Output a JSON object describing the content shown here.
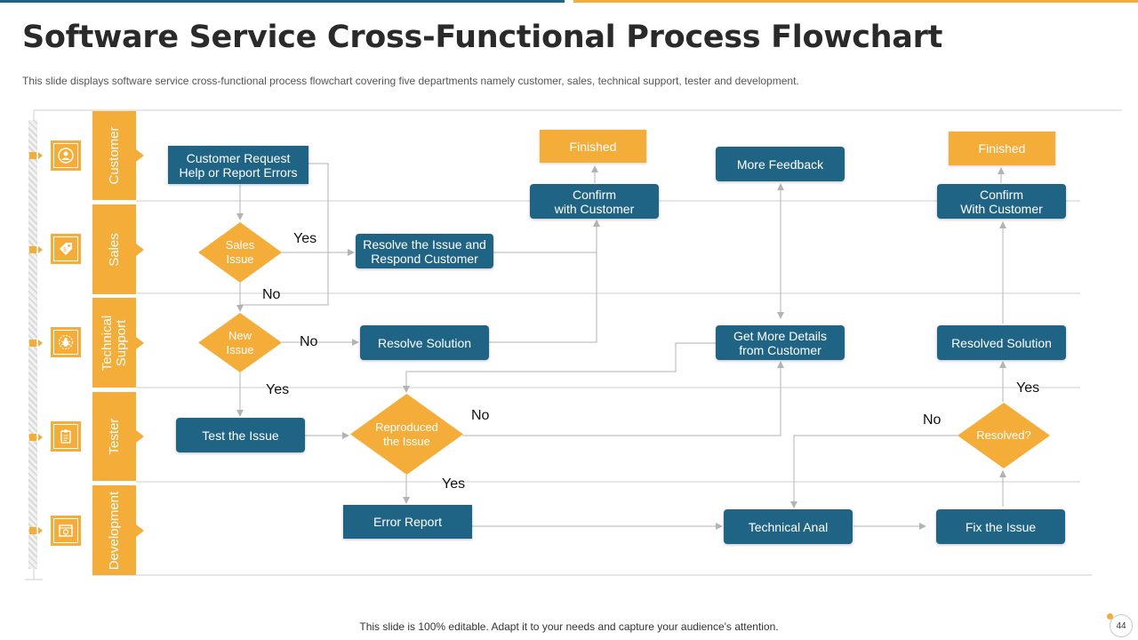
{
  "header": {
    "title": "Software Service Cross-Functional Process Flowchart",
    "subtitle": "This slide displays software service cross-functional process flowchart covering five departments namely customer, sales, technical support, tester and development."
  },
  "lanes": [
    {
      "label": "Customer",
      "icon": "customer-icon"
    },
    {
      "label": "Sales",
      "icon": "price-tag-icon"
    },
    {
      "label": "Technical\nSupport",
      "icon": "bug-icon"
    },
    {
      "label": "Tester",
      "icon": "clipboard-icon"
    },
    {
      "label": "Development",
      "icon": "code-window-icon"
    }
  ],
  "nodes": {
    "customer_request": "Customer Request\nHelp or Report Errors",
    "finished_1": "Finished",
    "confirm_1": "Confirm\nwith Customer",
    "more_feedback": "More Feedback",
    "finished_2": "Finished",
    "confirm_2": "Confirm\nWith Customer",
    "sales_issue": "Sales\nIssue",
    "resolve_respond": "Resolve the Issue and\nRespond Customer",
    "new_issue": "New\nIssue",
    "resolve_solution": "Resolve Solution",
    "get_details": "Get More Details\nfrom Customer",
    "resolved_solution": "Resolved Solution",
    "test_issue": "Test the Issue",
    "reproduced": "Reproduced\nthe Issue",
    "resolved_q": "Resolved?",
    "error_report": "Error Report",
    "technical_anal": "Technical Anal",
    "fix_issue": "Fix the Issue"
  },
  "edge_labels": {
    "sales_yes": "Yes",
    "sales_no": "No",
    "new_no": "No",
    "new_yes": "Yes",
    "repro_no": "No",
    "repro_yes": "Yes",
    "resolved_no": "No",
    "resolved_yes": "Yes"
  },
  "footer": {
    "note": "This slide is 100% editable. Adapt it to your needs and capture your audience's attention.",
    "page_number": "44"
  },
  "colors": {
    "primary_blue": "#1f6484",
    "accent_orange": "#f5ad3a",
    "connector_gray": "#b3b3b3"
  }
}
